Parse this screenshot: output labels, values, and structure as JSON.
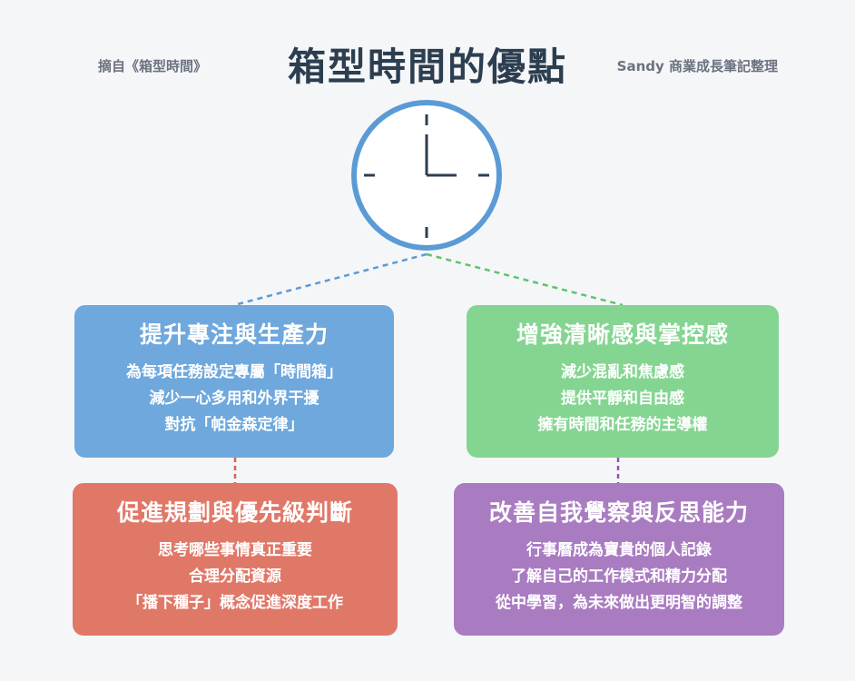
{
  "header": {
    "title": "箱型時間的優點",
    "source_left": "摘自《箱型時間》",
    "source_right": "Sandy 商業成長筆記整理"
  },
  "clock": {
    "icon": "clock-icon",
    "ring_color": "#5b9bd5",
    "hand_color": "#2c3e50"
  },
  "boxes": {
    "focus": {
      "title": "提升專注與生產力",
      "color": "#6fa8dc",
      "lines": [
        "為每項任務設定專屬「時間箱」",
        "減少一心多用和外界干擾",
        "對抗「帕金森定律」"
      ]
    },
    "clarity": {
      "title": "增強清晰感與掌控感",
      "color": "#85d592",
      "lines": [
        "減少混亂和焦慮感",
        "提供平靜和自由感",
        "擁有時間和任務的主導權"
      ]
    },
    "planning": {
      "title": "促進規劃與優先級判斷",
      "color": "#e07868",
      "lines": [
        "思考哪些事情真正重要",
        "合理分配資源",
        "「播下種子」概念促進深度工作"
      ]
    },
    "reflection": {
      "title": "改善自我覺察與反思能力",
      "color": "#a97cc2",
      "lines": [
        "行事曆成為寶貴的個人記錄",
        "了解自己的工作模式和精力分配",
        "從中學習，為未來做出更明智的調整"
      ]
    }
  }
}
